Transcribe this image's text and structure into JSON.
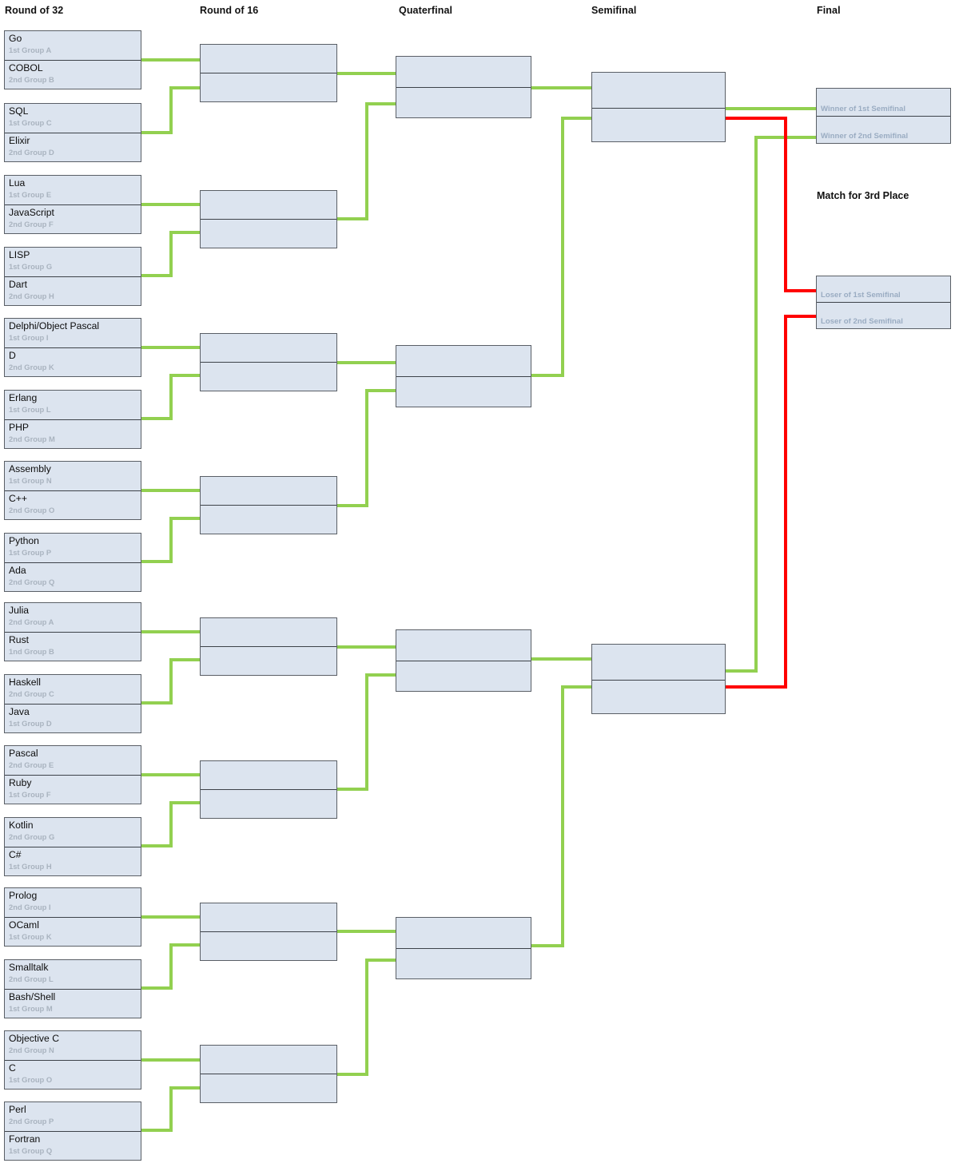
{
  "headers": {
    "round_of_32": "Round of 32",
    "round_of_16": "Round of 16",
    "quarterfinal": "Quaterfinal",
    "semifinal": "Semifinal",
    "final": "Final",
    "third_place": "Match for 3rd Place"
  },
  "colors": {
    "box_fill": "#dce4ef",
    "box_border": "#5a5f66",
    "winner_line": "#92d050",
    "loser_line": "#ff0000",
    "seed_text": "#a9b3bf",
    "placeholder_text": "#9aacc2",
    "team_text": "#0d0d0d"
  },
  "round_of_32": [
    {
      "name": "Go",
      "seed": "1st Group A"
    },
    {
      "name": "COBOL",
      "seed": "2nd Group B"
    },
    {
      "name": "SQL",
      "seed": "1st Group C"
    },
    {
      "name": "Elixir",
      "seed": "2nd Group D"
    },
    {
      "name": "Lua",
      "seed": "1st Group E"
    },
    {
      "name": "JavaScript",
      "seed": "2nd Group F"
    },
    {
      "name": "LISP",
      "seed": "1st Group G"
    },
    {
      "name": "Dart",
      "seed": "2nd Group H"
    },
    {
      "name": "Delphi/Object Pascal",
      "seed": "1st Group I"
    },
    {
      "name": "D",
      "seed": "2nd Group K"
    },
    {
      "name": "Erlang",
      "seed": "1st Group L"
    },
    {
      "name": "PHP",
      "seed": "2nd Group M"
    },
    {
      "name": "Assembly",
      "seed": "1st Group N"
    },
    {
      "name": "C++",
      "seed": "2nd Group O"
    },
    {
      "name": "Python",
      "seed": "1st Group P"
    },
    {
      "name": "Ada",
      "seed": "2nd Group Q"
    },
    {
      "name": "Julia",
      "seed": "2nd Group A"
    },
    {
      "name": "Rust",
      "seed": "1nd Group B"
    },
    {
      "name": "Haskell",
      "seed": "2nd Group C"
    },
    {
      "name": "Java",
      "seed": "1st Group D"
    },
    {
      "name": "Pascal",
      "seed": "2nd Group E"
    },
    {
      "name": "Ruby",
      "seed": "1st Group F"
    },
    {
      "name": "Kotlin",
      "seed": "2nd Group G"
    },
    {
      "name": "C#",
      "seed": "1st Group H"
    },
    {
      "name": "Prolog",
      "seed": "2nd Group I"
    },
    {
      "name": "OCaml",
      "seed": "1st Group K"
    },
    {
      "name": "Smalltalk",
      "seed": "2nd Group L"
    },
    {
      "name": "Bash/Shell",
      "seed": "1st Group M"
    },
    {
      "name": "Objective C",
      "seed": "2nd Group N"
    },
    {
      "name": "C",
      "seed": "1st Group O"
    },
    {
      "name": "Perl",
      "seed": "2nd Group P"
    },
    {
      "name": "Fortran",
      "seed": "1st Group Q"
    }
  ],
  "final_match": {
    "slot_1": "Winner of 1st Semifinal",
    "slot_2": "Winner of 2nd Semifinal"
  },
  "third_place_match": {
    "slot_1": "Loser of 1st Semifinal",
    "slot_2": "Loser of 2nd Semifinal"
  }
}
